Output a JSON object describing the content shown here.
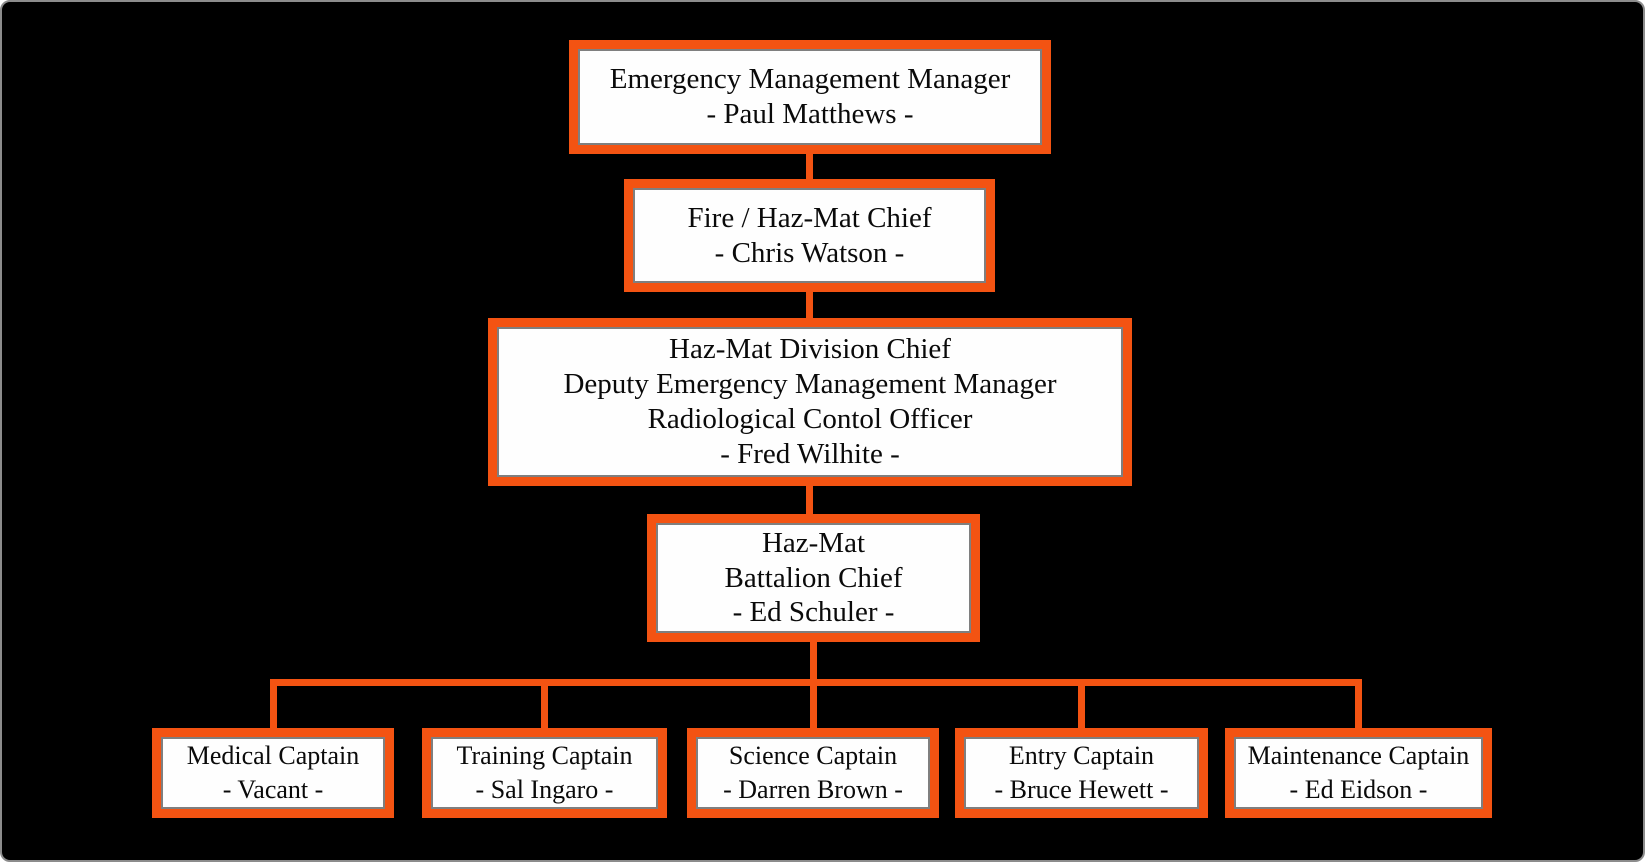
{
  "colors": {
    "accent": "#f35312",
    "inner_border": "#7f7f7f",
    "box_fill": "#fefefe",
    "text": "#0a0a0a",
    "canvas_background": "#000000",
    "canvas_frame": "#8c8c8c"
  },
  "org_chart": {
    "nodes": [
      {
        "id": "emergency-management-manager",
        "lines": [
          "Emergency Management Manager",
          "- Paul Matthews -"
        ]
      },
      {
        "id": "fire-hazmat-chief",
        "lines": [
          "Fire / Haz-Mat Chief",
          "- Chris Watson -"
        ]
      },
      {
        "id": "hazmat-division-chief",
        "lines": [
          "Haz-Mat Division Chief",
          "Deputy Emergency Management Manager",
          "Radiological Contol Officer",
          "- Fred Wilhite -"
        ]
      },
      {
        "id": "hazmat-battalion-chief",
        "lines": [
          "Haz-Mat",
          "Battalion Chief",
          "- Ed Schuler -"
        ]
      },
      {
        "id": "medical-captain",
        "lines": [
          "Medical Captain",
          "- Vacant -"
        ]
      },
      {
        "id": "training-captain",
        "lines": [
          "Training Captain",
          "- Sal Ingaro -"
        ]
      },
      {
        "id": "science-captain",
        "lines": [
          "Science Captain",
          "- Darren Brown -"
        ]
      },
      {
        "id": "entry-captain",
        "lines": [
          "Entry Captain",
          "- Bruce Hewett -"
        ]
      },
      {
        "id": "maintenance-captain",
        "lines": [
          "Maintenance Captain",
          "- Ed Eidson -"
        ]
      }
    ]
  }
}
